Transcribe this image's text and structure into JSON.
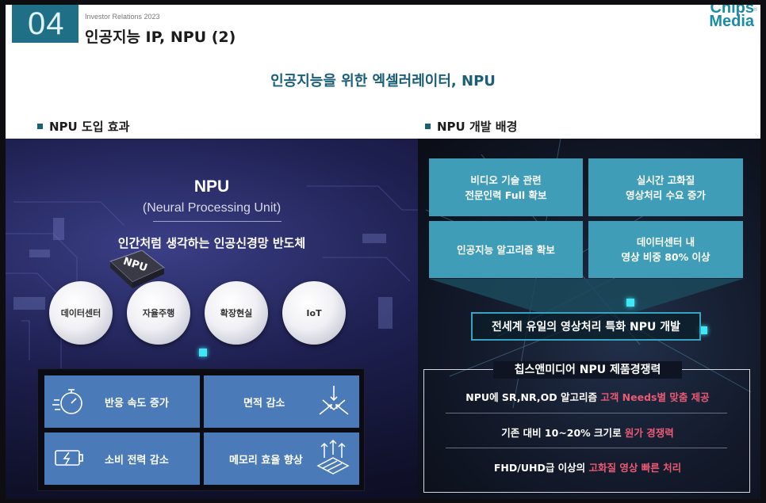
{
  "header": {
    "section_number": "04",
    "subtitle": "Investor Relations 2023",
    "title": "인공지능 IP, NPU (2)",
    "logo_line1": "Chips",
    "logo_line2": "Media",
    "logo_mark": "®"
  },
  "main_heading": "인공지능을 위한 엑셀러레이터, NPU",
  "left": {
    "section_title": "NPU 도입 효과",
    "npu_title": "NPU",
    "npu_full": "(Neural Processing Unit)",
    "npu_desc": "인간처럼 생각하는 인공신경망 반도체",
    "chip_label": "NPU",
    "applications": [
      "데이터센터",
      "자율주행",
      "확장현실",
      "IoT"
    ],
    "effects": [
      {
        "label": "반응 속도 증가",
        "icon": "stopwatch-icon"
      },
      {
        "label": "면적 감소",
        "icon": "shrink-arrows-icon"
      },
      {
        "label": "소비 전력 감소",
        "icon": "battery-icon"
      },
      {
        "label": "메모리 효율 향상",
        "icon": "chip-up-arrows-icon"
      }
    ]
  },
  "right": {
    "section_title": "NPU 개발 배경",
    "background": [
      {
        "line1": "비디오 기술 관련",
        "line2": "전문인력 Full 확보"
      },
      {
        "line1": "실시간 고화질",
        "line2": "영상처리 수요 증가"
      },
      {
        "line1": "인공지능 알고리즘 확보",
        "line2": ""
      },
      {
        "line1": "데이터센터 내",
        "line2": "영상 비중 80% 이상"
      }
    ],
    "development": "전세계 유일의 영상처리 특화 NPU 개발",
    "competitiveness_title": "칩스앤미디어 NPU 제품경쟁력",
    "rows": [
      {
        "plain": "NPU에 SR,NR,OD 알고리즘 ",
        "highlight": "고객 Needs별 맞춤 제공"
      },
      {
        "plain": "기존 대비 10~20% 크기로 ",
        "highlight": "원가 경쟁력"
      },
      {
        "plain": "FHD/UHD급 이상의 ",
        "highlight": "고화질 영상 빠른 처리"
      }
    ],
    "highlight_color": "#ea5a74"
  },
  "colors": {
    "accent": "#1f6f86",
    "box_blue": "#3f9db8",
    "effect_blue": "#4a7ab7",
    "glow": "#3ee8f4"
  }
}
